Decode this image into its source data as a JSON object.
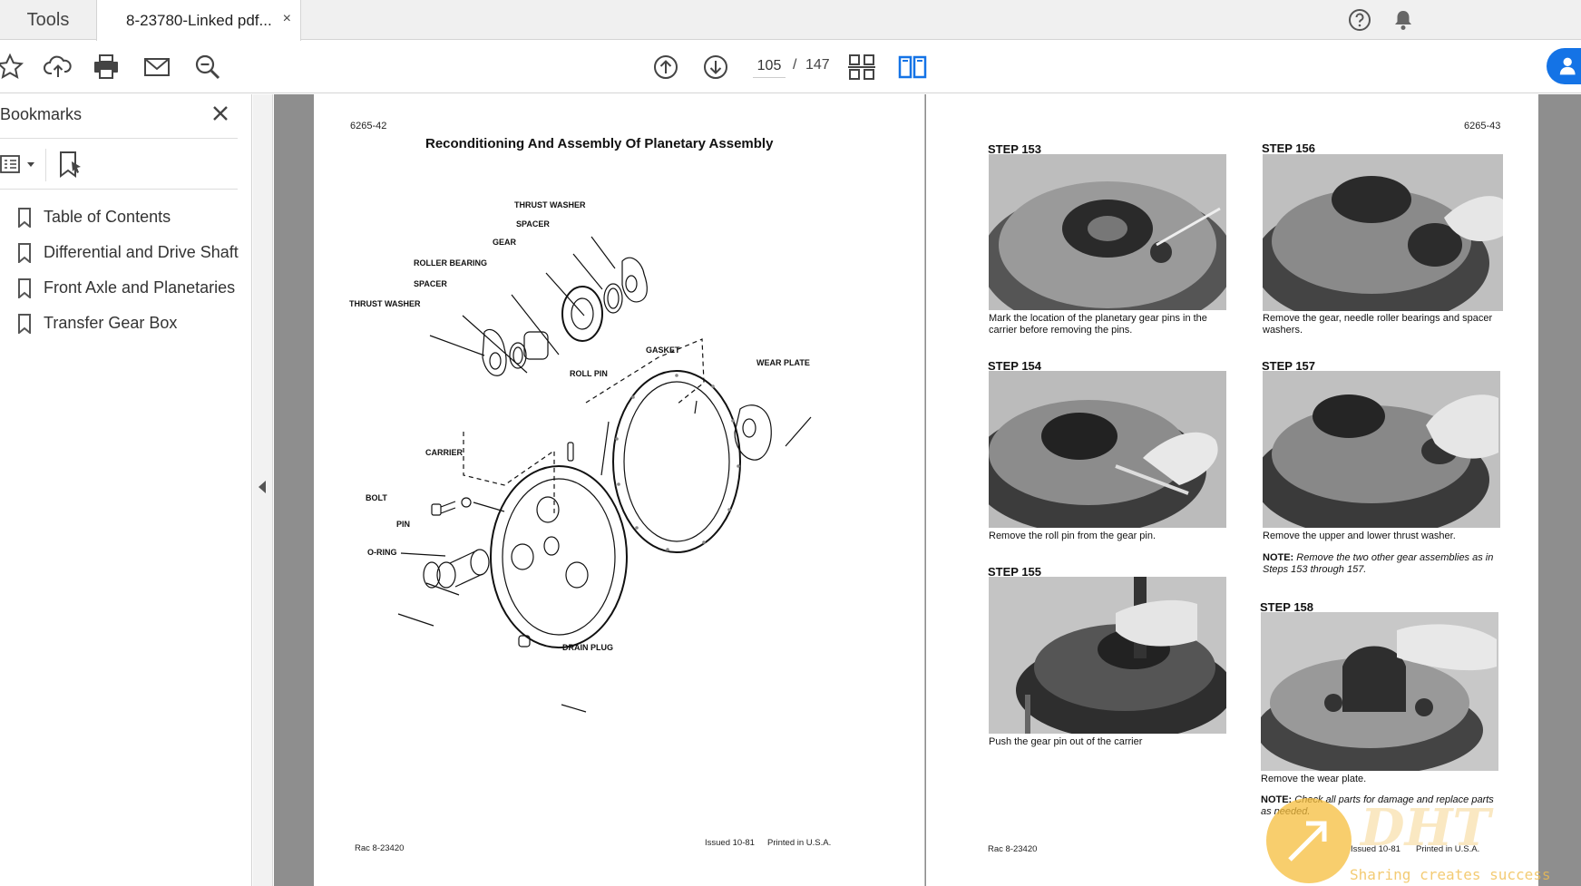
{
  "tabs": {
    "tools_label": "Tools",
    "document_label": "8-23780-Linked pdf...",
    "close_glyph": "×"
  },
  "toolbar": {
    "page_current": "105",
    "page_sep": "/",
    "page_total": "147",
    "accent_color": "#1473e6"
  },
  "sidebar": {
    "title": "Bookmarks",
    "items": [
      {
        "label": "Table of Contents"
      },
      {
        "label": "Differential and Drive Shaft"
      },
      {
        "label": "Front Axle and Planetaries"
      },
      {
        "label": "Transfer Gear Box"
      }
    ]
  },
  "left_page": {
    "page_id": "6265-42",
    "title": "Reconditioning And Assembly Of Planetary Assembly",
    "labels": {
      "thrust_washer_top": "THRUST WASHER",
      "spacer_top": "SPACER",
      "gear": "GEAR",
      "roller_bearing": "ROLLER BEARING",
      "spacer_bottom": "SPACER",
      "thrust_washer_bottom": "THRUST WASHER",
      "gasket": "GASKET",
      "wear_plate": "WEAR PLATE",
      "roll_pin": "ROLL PIN",
      "carrier": "CARRIER",
      "bolt": "BOLT",
      "pin": "PIN",
      "o_ring": "O-RING",
      "drain_plug": "DRAIN PLUG"
    },
    "footer_left": "Rac 8-23420",
    "footer_issued": "Issued 10-81",
    "footer_printed": "Printed in U.S.A."
  },
  "right_page": {
    "page_id": "6265-43",
    "steps": [
      {
        "title": "STEP 153",
        "caption": "Mark the location of the planetary gear pins in the carrier before removing the pins."
      },
      {
        "title": "STEP 154",
        "caption": "Remove the roll pin from the gear pin."
      },
      {
        "title": "STEP 155",
        "caption": "Push the gear pin out of the carrier"
      },
      {
        "title": "STEP 156",
        "caption": "Remove the gear, needle roller bearings and spacer washers."
      },
      {
        "title": "STEP 157",
        "caption": "Remove the upper and lower thrust washer."
      },
      {
        "title": "STEP 158",
        "caption": "Remove the wear plate."
      }
    ],
    "note1_label": "NOTE:",
    "note1_text": "Remove the two other gear assemblies as in Steps 153 through 157.",
    "note2_label": "NOTE:",
    "note2_text": "Check all parts for damage and replace parts as needed.",
    "footer_left": "Rac 8-23420",
    "footer_issued": "Issued 10-81",
    "footer_printed": "Printed in U.S.A."
  },
  "watermark": {
    "logo": "DHT",
    "tagline": "Sharing creates success"
  }
}
